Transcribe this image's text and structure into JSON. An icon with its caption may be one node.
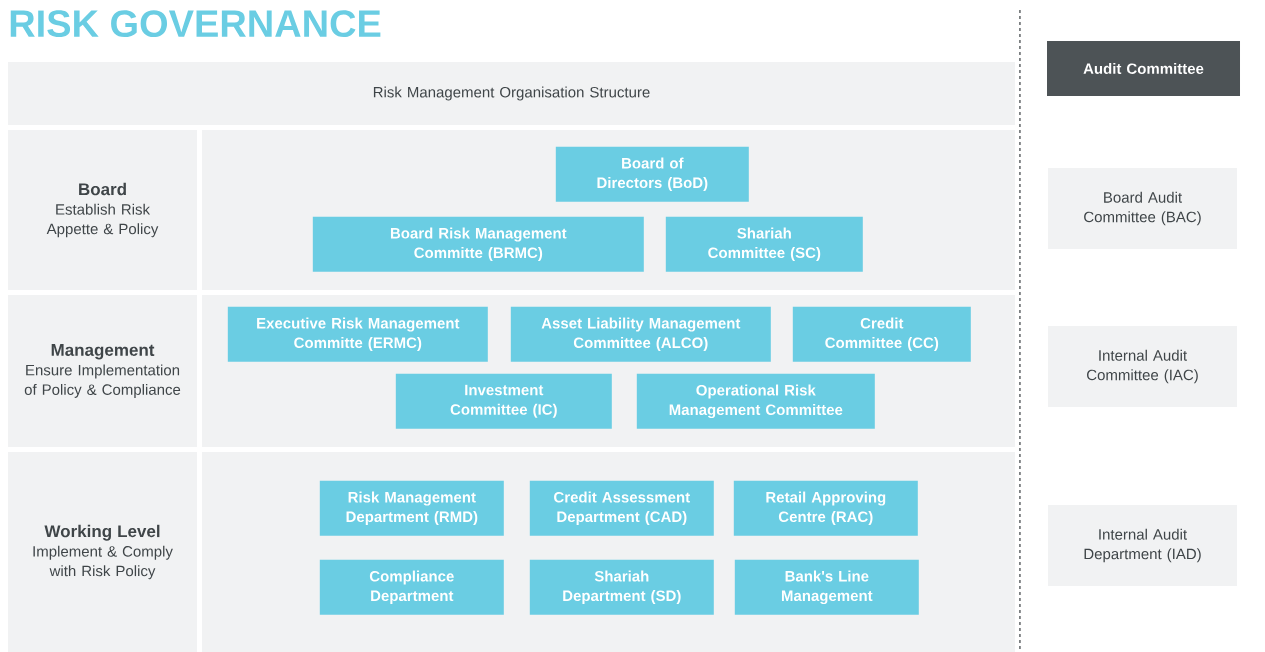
{
  "diagram": {
    "title": "RISK GOVERNANCE",
    "nodes": [
      {
        "text": [
          "Risk Management Organisation Structure"
        ]
      },
      {
        "text": [
          "Board",
          "Establish Risk Appette & Policy"
        ]
      },
      {
        "text": [],
        "shape": "box"
      },
      {
        "text": [
          "Board of Directors (BoD)"
        ],
        "in": 2
      },
      {
        "text": [
          "Board Risk Management Committe (BRMC)"
        ],
        "in": 2
      },
      {
        "text": [
          "Shariah Committee (SC)"
        ],
        "in": 2
      },
      {
        "text": [
          "Management",
          "Ensure Implementation of Policy & Compliance"
        ]
      },
      {
        "text": [],
        "shape": "box"
      },
      {
        "text": [
          "Executive Risk Management Committe (ERMC)"
        ],
        "in": 7
      },
      {
        "text": [
          "Asset Liability Management Committee (ALCO)"
        ],
        "in": 7
      },
      {
        "text": [
          "Credit Committee (CC)"
        ],
        "in": 7
      },
      {
        "text": [
          "Investment Committee (IC)"
        ],
        "in": 7
      },
      {
        "text": [
          "Operational Risk Management Committee"
        ],
        "in": 7
      },
      {
        "text": [
          "Working Level",
          "Implement & Comply with Risk Policy"
        ]
      },
      {
        "text": [],
        "shape": "box"
      },
      {
        "text": [
          "Risk Management Department (RMD)"
        ],
        "in": 14
      },
      {
        "text": [
          "Credit Assessment Department (CAD)"
        ],
        "in": 14
      },
      {
        "text": [
          "Retail Approving Centre (RAC)"
        ],
        "in": 14
      },
      {
        "text": [
          "Compliance Department"
        ],
        "in": 14
      },
      {
        "text": [
          "Shariah Department (SD)"
        ],
        "in": 14
      },
      {
        "text": [
          "Bank's Line Management"
        ],
        "in": 14
      },
      {
        "text": [
          "Audit Committee"
        ]
      },
      {
        "text": [
          "Board Audit Committee (BAC)"
        ]
      },
      {
        "text": [
          "Internal Audit Committee (IAC)"
        ]
      },
      {
        "text": [
          "Internal Audit Department (IAD)"
        ]
      }
    ],
    "edges": []
  }
}
